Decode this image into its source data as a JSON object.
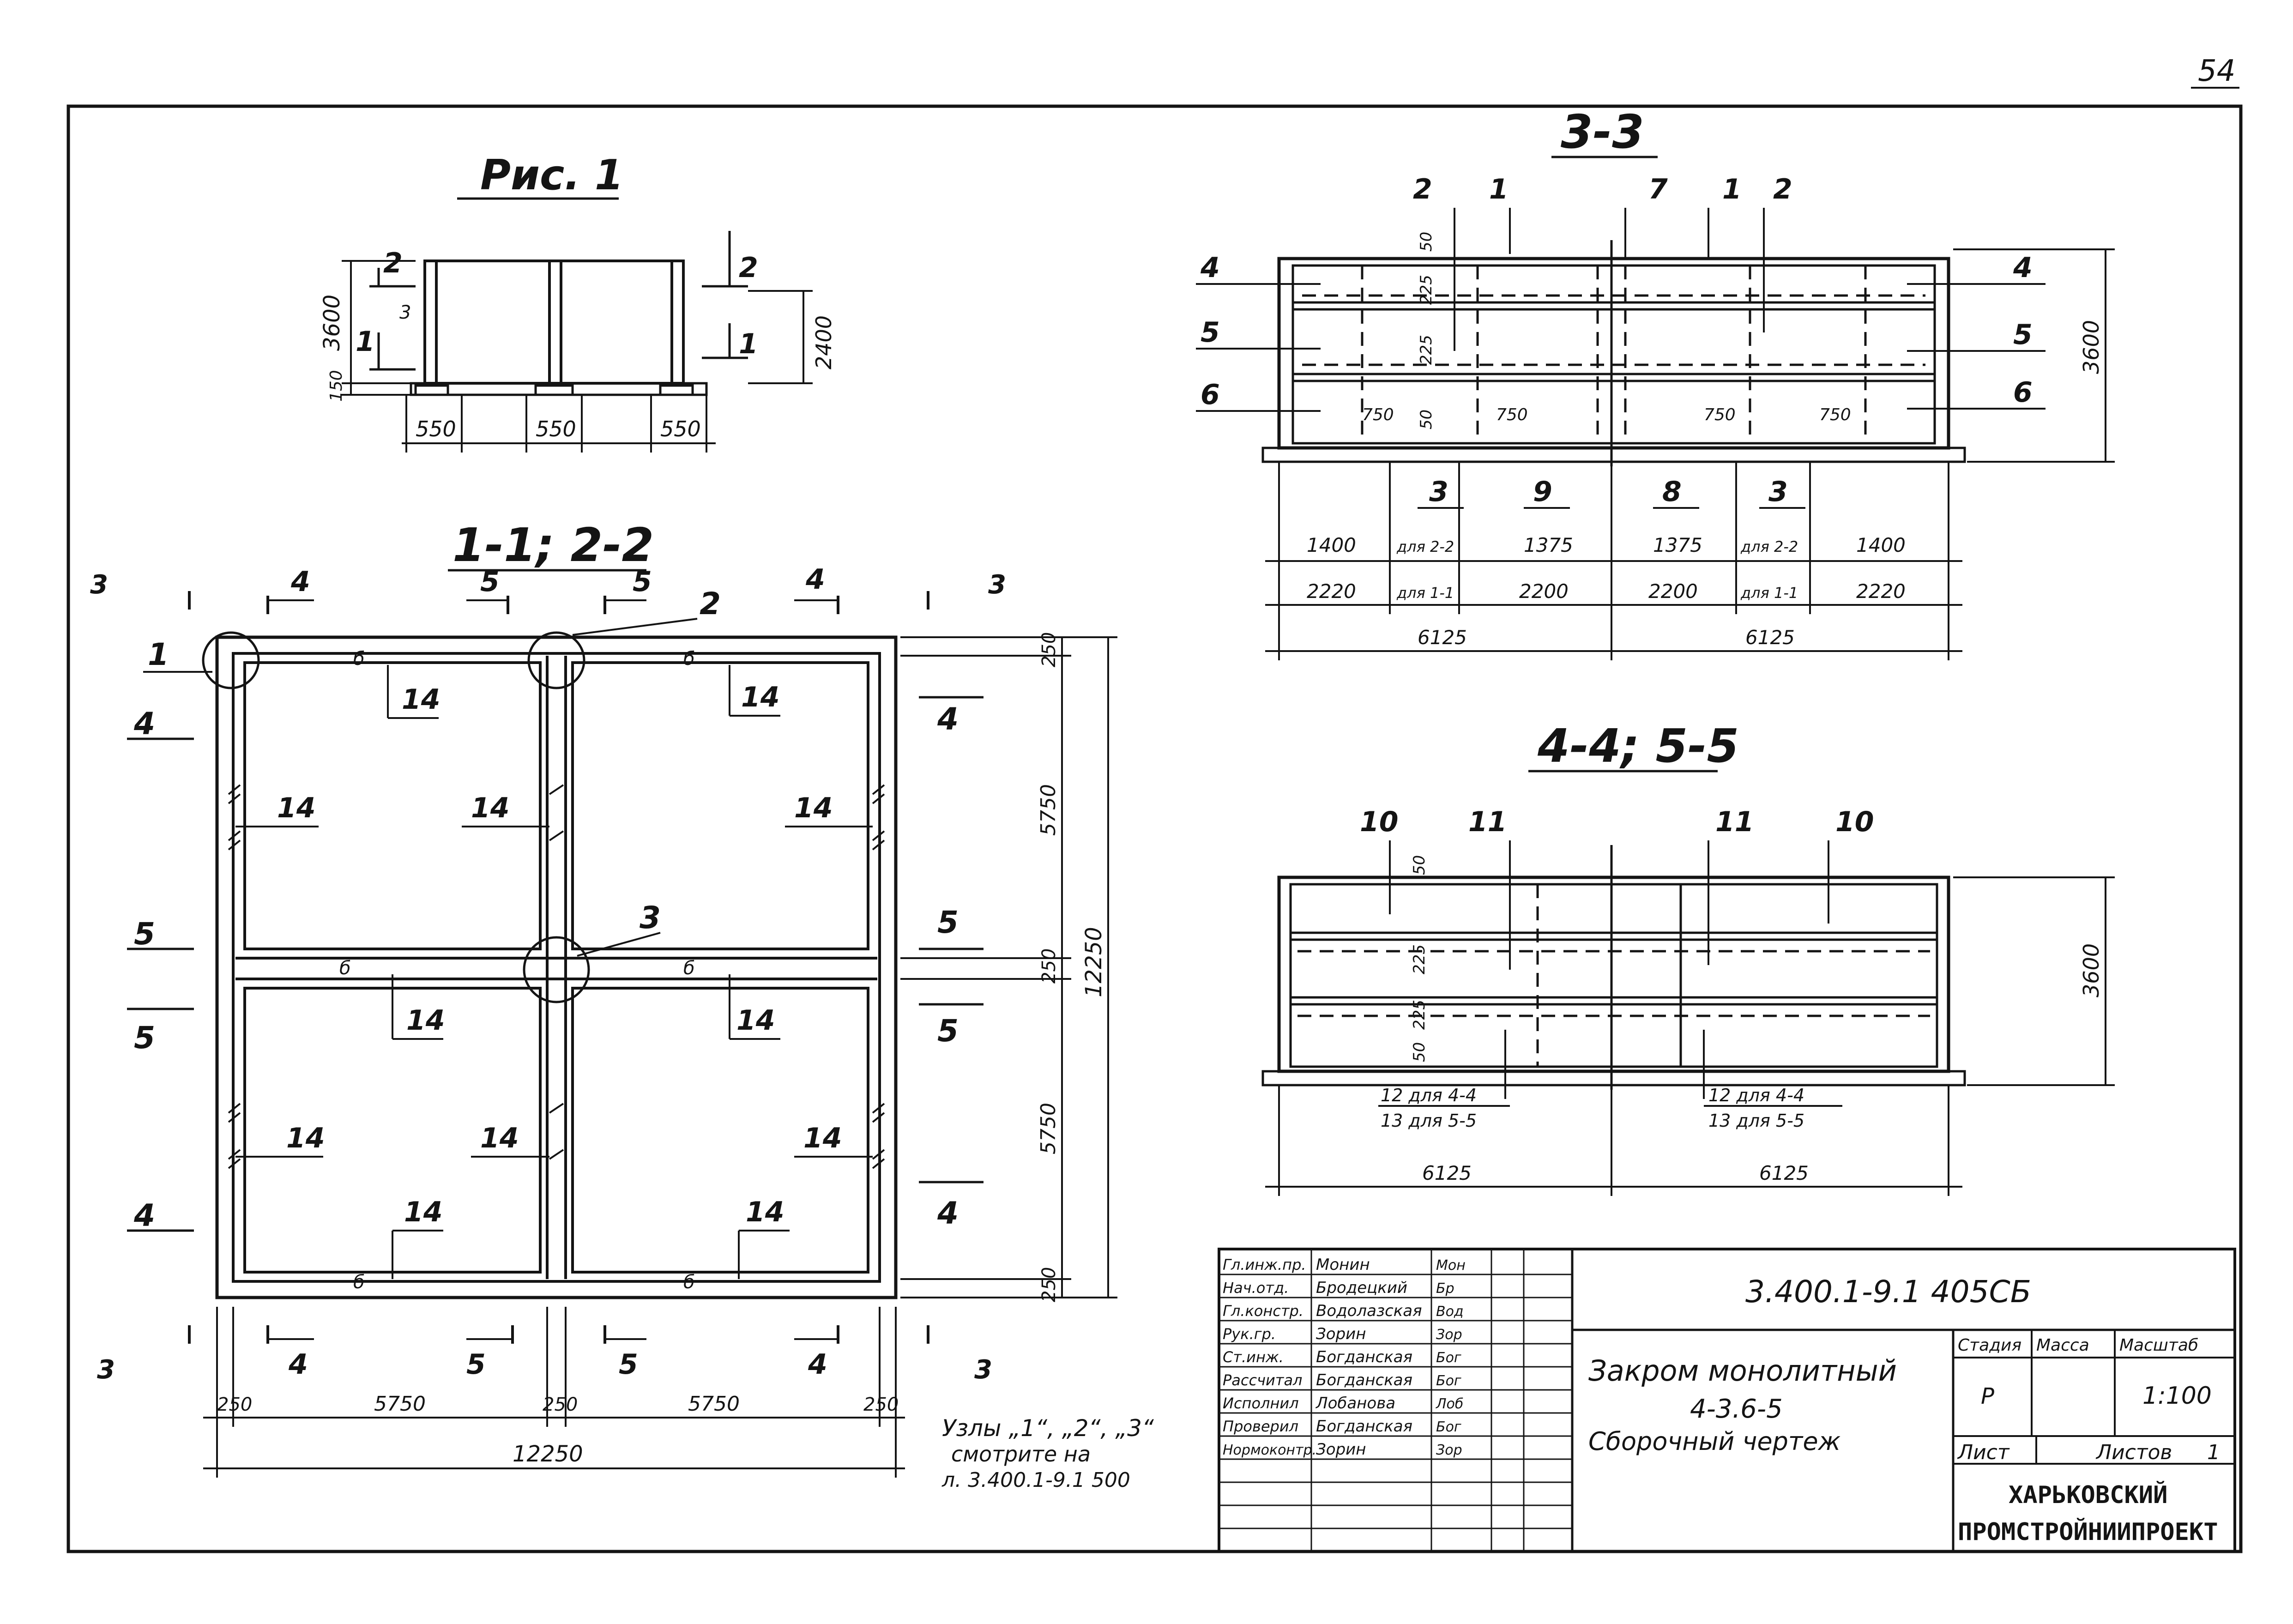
{
  "page_number": "54",
  "fig1": {
    "title": "Рис. 1",
    "height_total": "3600",
    "height_inner": "2400",
    "base": "150",
    "cut_top": "2",
    "cut_bottom": "1",
    "widths": [
      "550",
      "550",
      "550"
    ],
    "node_mark": "3"
  },
  "plan": {
    "title": "1-1; 2-2",
    "node_1": "1",
    "node_2": "2",
    "node_3": "3",
    "pos_14": "14",
    "section_4": "4",
    "section_5": "5",
    "section_3": "3",
    "mark_b": "б",
    "right_dims": [
      "250",
      "5750",
      "250",
      "5750",
      "250"
    ],
    "overall_right": "12250",
    "bottom_dims": [
      "250",
      "5750",
      "250",
      "5750",
      "250"
    ],
    "overall_bottom": "12250"
  },
  "section33": {
    "title": "3-3",
    "labels_top": [
      "2",
      "1",
      "7",
      "1",
      "2"
    ],
    "labels_left": [
      "4",
      "5",
      "6"
    ],
    "labels_right": [
      "4",
      "5",
      "6"
    ],
    "labels_bottom": [
      "3",
      "9",
      "8",
      "3"
    ],
    "dim_50": "50",
    "dim_225": "225",
    "dim_750": "750",
    "height": "3600",
    "row1": [
      "1400",
      "для 2-2",
      "1375",
      "1375",
      "для 2-2",
      "1400"
    ],
    "row2": [
      "2220",
      "для 1-1",
      "2200",
      "2200",
      "для 1-1",
      "2220"
    ],
    "halves": [
      "6125",
      "6125"
    ]
  },
  "section44": {
    "title": "4-4; 5-5",
    "labels_top": [
      "10",
      "11",
      "11",
      "10"
    ],
    "dim_50": "50",
    "dim_225": "225",
    "dim_60": "50",
    "height": "3600",
    "note_left_1": "12 для 4-4",
    "note_left_2": "13 для 5-5",
    "note_right_1": "12 для 4-4",
    "note_right_2": "13 для 5-5",
    "halves": [
      "6125",
      "6125"
    ]
  },
  "nodes_note": [
    "Узлы „1“, „2“, „3“",
    "смотрите на",
    "л. 3.400.1-9.1 500"
  ],
  "title_block": {
    "code": "3.400.1-9.1 405СБ",
    "name_lines": [
      "Закром монолитный",
      "4-3.6-5",
      "Сборочный чертеж"
    ],
    "col_headers": [
      "Стадия",
      "Масса",
      "Масштаб"
    ],
    "stage": "Р",
    "mass": "",
    "scale": "1:100",
    "sheet_label": "Лист",
    "sheets_label": "Листов",
    "sheets_count": "1",
    "org": [
      "ХАРЬКОВСКИЙ",
      "ПРОМСТРОЙНИИПРОЕКТ"
    ],
    "signers": [
      {
        "role": "Гл.инж.пр.",
        "name": "Монин",
        "sign": "Мон"
      },
      {
        "role": "Нач.отд.",
        "name": "Бродецкий",
        "sign": "Бр"
      },
      {
        "role": "Гл.констр.",
        "name": "Водолазская",
        "sign": "Вод"
      },
      {
        "role": "Рук.гр.",
        "name": "Зорин",
        "sign": "Зор"
      },
      {
        "role": "Ст.инж.",
        "name": "Богданская",
        "sign": "Бог"
      },
      {
        "role": "Рассчитал",
        "name": "Богданская",
        "sign": "Бог"
      },
      {
        "role": "Исполнил",
        "name": "Лобанова",
        "sign": "Лоб"
      },
      {
        "role": "Проверил",
        "name": "Богданская",
        "sign": "Бог"
      },
      {
        "role": "Нормоконтр.",
        "name": "Зорин",
        "sign": "Зор"
      }
    ]
  }
}
